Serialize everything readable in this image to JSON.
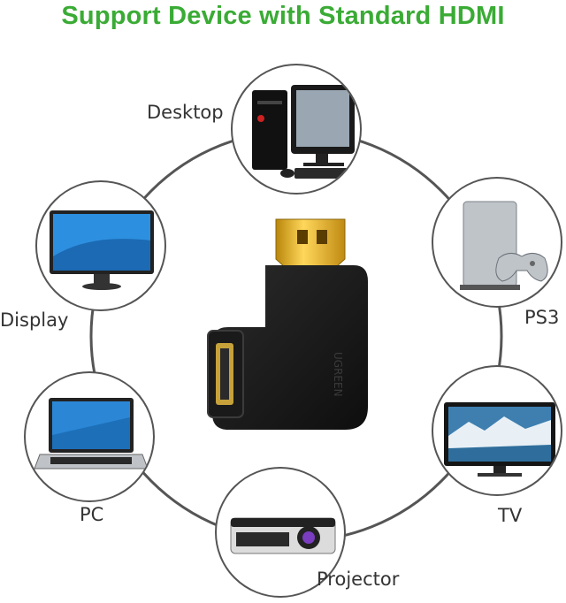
{
  "title": "Support Device with Standard HDMI",
  "devices": [
    {
      "key": "desktop",
      "label": "Desktop",
      "icon": "desktop-computer-icon"
    },
    {
      "key": "ps3",
      "label": "PS3",
      "icon": "game-console-icon"
    },
    {
      "key": "tv",
      "label": "TV",
      "icon": "tv-icon"
    },
    {
      "key": "projector",
      "label": "Projector",
      "icon": "projector-icon"
    },
    {
      "key": "pc",
      "label": "PC",
      "icon": "laptop-icon"
    },
    {
      "key": "display",
      "label": "Display",
      "icon": "monitor-icon"
    }
  ],
  "product": "hdmi-right-angle-adapter"
}
